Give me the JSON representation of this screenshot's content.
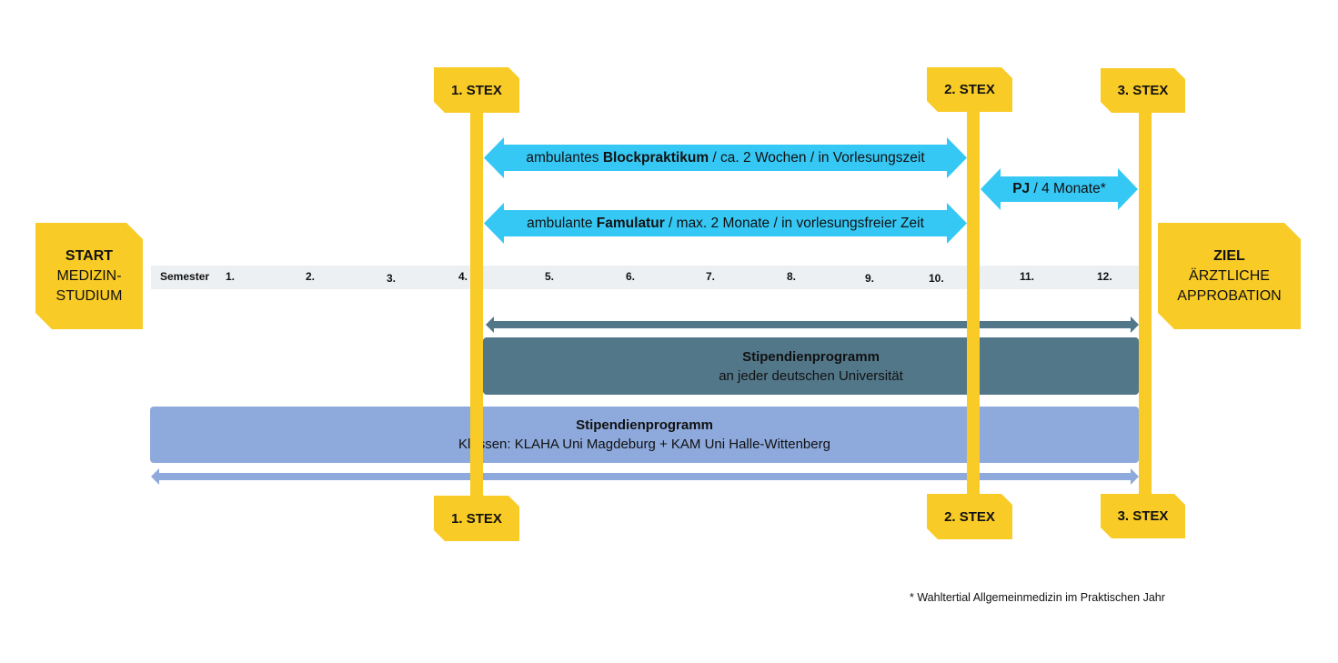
{
  "start_box": {
    "title": "START",
    "line1": "MEDIZIN-",
    "line2": "STUDIUM"
  },
  "goal_box": {
    "title": "ZIEL",
    "line1": "ÄRZTLICHE",
    "line2": "APPROBATION"
  },
  "milestones": [
    {
      "label": "1. STEX",
      "after_semester": 4
    },
    {
      "label": "2. STEX",
      "after_semester": 10
    },
    {
      "label": "3. STEX",
      "after_semester": 12
    }
  ],
  "semester_bar": {
    "label": "Semester",
    "semesters": [
      "1.",
      "2.",
      "3.",
      "4.",
      "5.",
      "6.",
      "7.",
      "8.",
      "9.",
      "10.",
      "11.",
      "12."
    ]
  },
  "phases": {
    "blockpraktikum": {
      "prefix": "ambulantes ",
      "bold": "Blockpraktikum",
      "suffix": " / ca. 2 Wochen / in Vorlesungszeit",
      "span": "semester 5–10"
    },
    "famulatur": {
      "prefix": "ambulante ",
      "bold": "Famulatur",
      "suffix": " / max. 2 Monate / in vorlesungsfreier Zeit",
      "span": "semester 5–10"
    },
    "pj": {
      "prefix": "",
      "bold": "PJ",
      "suffix": " / 4 Monate*",
      "span": "semester 11–12"
    }
  },
  "programs": {
    "national": {
      "title": "Stipendienprogramm",
      "subtitle": "an jeder deutschen Universität",
      "span": "semester 5–12"
    },
    "regional": {
      "title": "Stipendienprogramm",
      "subtitle": "Klassen: KLAHA Uni Magdeburg + KAM Uni Halle-Wittenberg",
      "span": "semester 1–12"
    }
  },
  "footnote": "* Wahltertial Allgemeinmedizin im Praktischen Jahr",
  "colors": {
    "yellow": "#f9cb26",
    "cyan": "#36c8f5",
    "slate": "#527789",
    "periwinkle": "#8eaadc",
    "semester_bar": "#edf0f3"
  }
}
